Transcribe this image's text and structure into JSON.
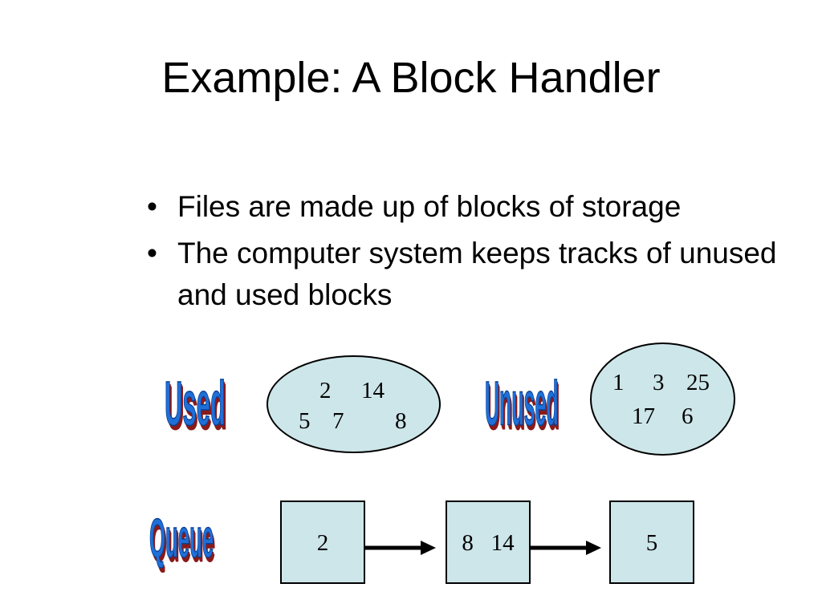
{
  "slide": {
    "title": "Example: A Block Handler",
    "bullets": [
      "Files are made up of blocks of storage",
      "The computer system keeps tracks of unused and used blocks"
    ]
  },
  "labels": {
    "used": "Used",
    "unused": "Unused",
    "queue": "Queue"
  },
  "used_set": {
    "row1": [
      "2",
      "14"
    ],
    "row2": [
      "5",
      "7",
      "8"
    ]
  },
  "unused_set": {
    "row1": [
      "1",
      "3",
      "25"
    ],
    "row2": [
      "17",
      "6"
    ]
  },
  "queue": [
    "2",
    "8   14",
    "5"
  ],
  "colors": {
    "fill": "#cde6ea",
    "wordart_face": "#1f6fd8",
    "wordart_shadow": "#8b1a1a"
  }
}
